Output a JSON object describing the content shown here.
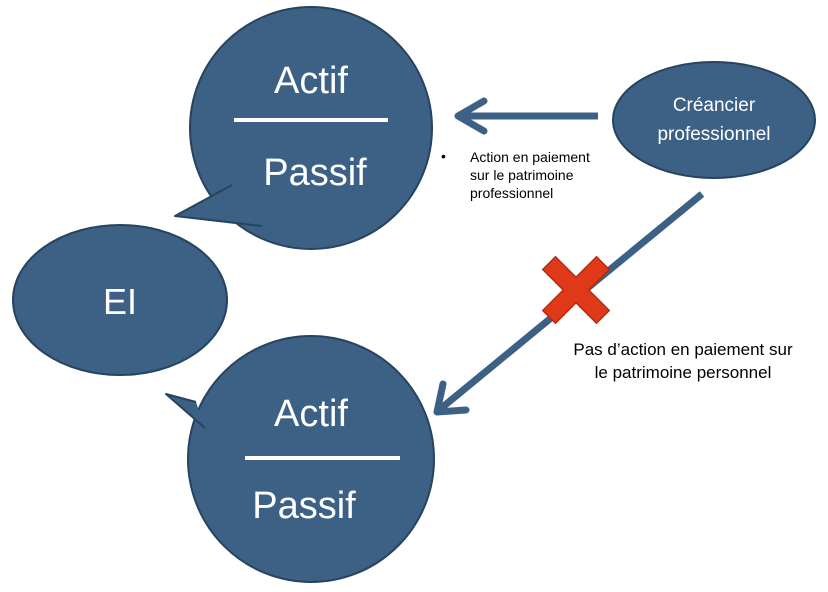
{
  "colors": {
    "bubble_fill": "#3c6185",
    "bubble_stroke": "#26435f",
    "arrow": "#3c6185",
    "cross": "#e0391a",
    "text_on_shape": "#ffffff"
  },
  "top_bubble": {
    "asset_label": "Actif",
    "liability_label": "Passif"
  },
  "bottom_bubble": {
    "asset_label": "Actif",
    "liability_label": "Passif"
  },
  "ei_bubble": {
    "label": "EI"
  },
  "creditor": {
    "line1": "Créancier",
    "line2": "professionnel"
  },
  "allowed_action": {
    "bullet": "•",
    "line1": "Action en paiement",
    "line2": "sur le patrimoine",
    "line3": "professionnel"
  },
  "blocked_action": {
    "line1": "Pas d’action en paiement sur",
    "line2": "le patrimoine personnel"
  },
  "icons": {
    "blocked": "cross-icon",
    "arrows": "arrow-icon"
  }
}
